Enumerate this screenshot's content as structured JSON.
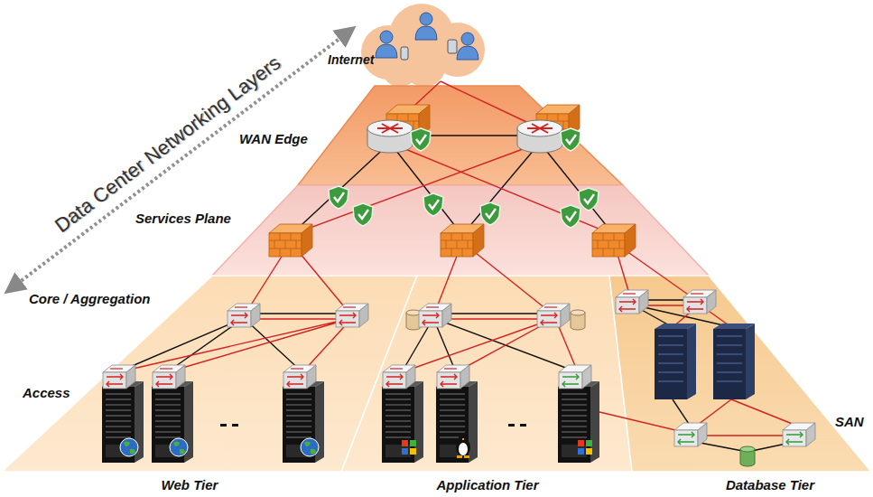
{
  "diagram": {
    "nodes": [
      {
        "text": [
          "Internet"
        ]
      },
      {
        "text": [
          "WAN Edge"
        ]
      },
      {
        "text": [
          "Services Plane"
        ]
      },
      {
        "text": [
          "Web Tier"
        ]
      },
      {
        "text": [
          "Application Tier"
        ]
      },
      {
        "text": [
          "Database Tier"
        ]
      }
    ],
    "labels": [
      "Data Center Networking Layers",
      "Core / Aggregation",
      "Access",
      "SAN"
    ]
  }
}
